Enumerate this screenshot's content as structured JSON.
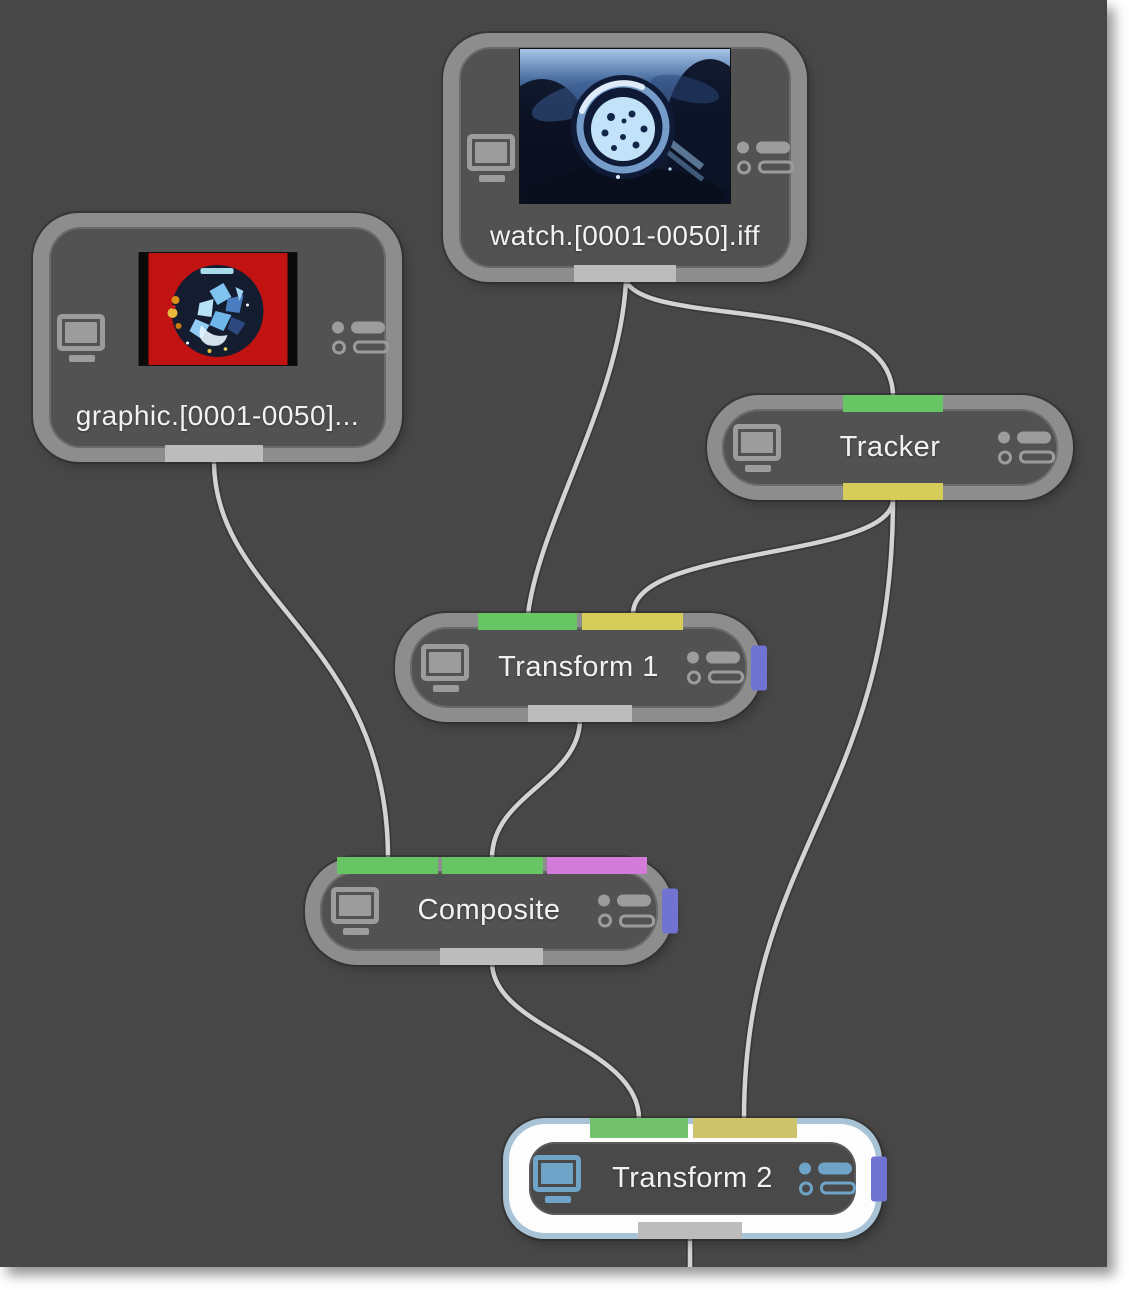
{
  "app": {
    "name": "compositing-node-graph",
    "view": "schematic-node-editor"
  },
  "canvas": {
    "background": "#474747",
    "page_background": "#ffffff"
  },
  "colors": {
    "node_ring": "#8d8d8d",
    "node_inner": "#525252",
    "selected_outer_ring": "#a9c3d6",
    "selected_inner_ring": "#ffffff",
    "selected_accent_blue": "#6fa3c8",
    "tab_green": "#68c564",
    "tab_yellow": "#d6cc5a",
    "tab_khaki": "#cdc36c",
    "tab_magenta": "#d27bd8",
    "tab_purple": "#7173d2",
    "tab_output_gray": "#bcbcbc",
    "wire": "#d3d3d3",
    "label_text": "#f2f2f2"
  },
  "nodes": [
    {
      "id": "watch-source",
      "type": "source-clip",
      "label": "watch.[0001-0050].iff",
      "selected": false,
      "thumbnail": "blue watch macro frame",
      "inputs": [],
      "outputs": [
        "gray-output"
      ]
    },
    {
      "id": "graphic-source",
      "type": "source-clip",
      "label": "graphic.[0001-0050]...",
      "selected": false,
      "thumbnail": "red frame with dark circular graphic",
      "inputs": [],
      "outputs": [
        "gray-output"
      ]
    },
    {
      "id": "tracker",
      "type": "operator",
      "label": "Tracker",
      "selected": false,
      "inputs": [
        "green"
      ],
      "outputs": [
        "yellow"
      ]
    },
    {
      "id": "transform1",
      "type": "operator",
      "label": "Transform 1",
      "selected": false,
      "inputs": [
        "green",
        "yellow"
      ],
      "outputs": [
        "gray-output"
      ],
      "side_tab": "purple"
    },
    {
      "id": "composite",
      "type": "operator",
      "label": "Composite",
      "selected": false,
      "inputs": [
        "green",
        "green",
        "magenta"
      ],
      "outputs": [
        "gray-output"
      ],
      "side_tab": "purple"
    },
    {
      "id": "transform2",
      "type": "operator",
      "label": "Transform 2",
      "selected": true,
      "inputs": [
        "green",
        "khaki-yellow"
      ],
      "outputs": [
        "gray-output"
      ],
      "side_tab": "purple"
    }
  ],
  "connections": [
    {
      "from": "watch-source",
      "from_port": "output",
      "to": "transform1",
      "to_port": "green"
    },
    {
      "from": "watch-source",
      "from_port": "output",
      "to": "tracker",
      "to_port": "green"
    },
    {
      "from": "graphic-source",
      "from_port": "output",
      "to": "composite",
      "to_port": "green-1"
    },
    {
      "from": "tracker",
      "from_port": "yellow",
      "to": "transform1",
      "to_port": "yellow"
    },
    {
      "from": "tracker",
      "from_port": "yellow",
      "to": "transform2",
      "to_port": "khaki-yellow"
    },
    {
      "from": "transform1",
      "from_port": "output",
      "to": "composite",
      "to_port": "green-2"
    },
    {
      "from": "composite",
      "from_port": "output",
      "to": "transform2",
      "to_port": "green"
    },
    {
      "from": "transform2",
      "from_port": "output",
      "to": "offscreen-below",
      "to_port": ""
    }
  ]
}
